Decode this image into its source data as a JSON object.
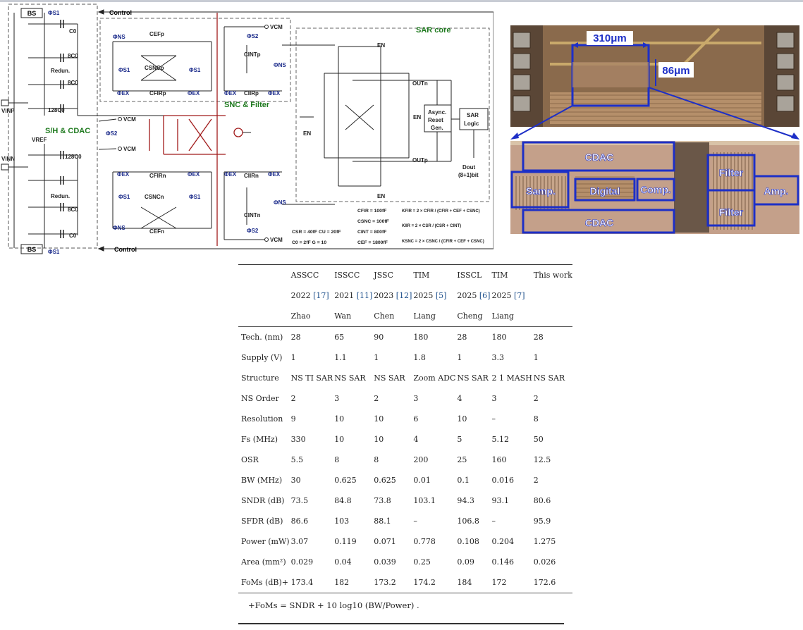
{
  "schematic": {
    "control_top": "Control",
    "control_bottom": "Control",
    "bs_top": "BS",
    "bs_bottom": "BS",
    "phi_s1": "ΦS1",
    "phi_s2": "ΦS2",
    "phi_ns": "ΦNS",
    "phi_ex": "ΦEX",
    "vinp": "VINP",
    "vinn": "VINN",
    "vref": "VREF",
    "vcm": "VCM",
    "c0": "C0",
    "c8": "8C0",
    "redun": "Redun.",
    "c128": "128C0",
    "sh_cdac": "S/H & CDAC",
    "snc_filter": "SNC & Filter",
    "sar_core": "SAR core",
    "en": "EN",
    "outn": "OUTn",
    "outp": "OUTp",
    "async_reset": [
      "Async.",
      "Reset",
      "Gen."
    ],
    "sar_logic": [
      "SAR",
      "Logic"
    ],
    "dout": [
      "Dout",
      "(8+1)bit"
    ],
    "cefp": "CEFp",
    "csncp": "CSNCp",
    "cfirp": "CFIRp",
    "cintp": "CINTp",
    "ciirp": "CIIRp",
    "cfirn": "CFIRn",
    "csncn": "CSNCn",
    "cefn": "CEFn",
    "ciirn": "CIIRn",
    "cintn": "CINTn",
    "params": [
      "CFIR = 100fF",
      "CSNC = 100fF",
      "CINT = 800fF",
      "CEF = 1800fF"
    ],
    "params2": [
      "CSR = 40fF   CU = 20fF",
      "C0 = 2fF   G = 10"
    ],
    "kfir": "KFIR = 2 × CFIR / (CFIR + CEF + CSNC)",
    "kint": "KIIR = 2 × CSR / (CSR + CINT)",
    "ksnc": "KSNC = 2 × CSNC / (CFIR + CEF + CSNC)"
  },
  "die": {
    "dim_w": "310μm",
    "dim_h": "86μm",
    "blocks": {
      "cdac_top": "CDAC",
      "cdac_bottom": "CDAC",
      "samp": "Samp.",
      "digital": "Digital",
      "comp": "Comp.",
      "filter_top": "Filter",
      "filter_bottom": "Filter",
      "amp": "Amp."
    }
  },
  "table": {
    "headers": [
      {
        "venue": "ASSCC",
        "year": "2022",
        "ref": "[17]",
        "author": "Zhao"
      },
      {
        "venue": "ISSCC",
        "year": "2021",
        "ref": "[11]",
        "author": "Wan"
      },
      {
        "venue": "JSSC",
        "year": "2023",
        "ref": "[12]",
        "author": "Chen"
      },
      {
        "venue": "TIM",
        "year": "2025",
        "ref": "[5]",
        "author": "Liang"
      },
      {
        "venue": "ISSCL",
        "year": "2025",
        "ref": "[6]",
        "author": "Cheng"
      },
      {
        "venue": "TIM",
        "year": "2025",
        "ref": "[7]",
        "author": "Liang"
      },
      {
        "venue": "This work",
        "year": "",
        "ref": "",
        "author": ""
      }
    ],
    "rows": [
      {
        "label": "Tech. (nm)",
        "values": [
          "28",
          "65",
          "90",
          "180",
          "28",
          "180",
          "28"
        ]
      },
      {
        "label": "Supply (V)",
        "values": [
          "1",
          "1.1",
          "1",
          "1.8",
          "1",
          "3.3",
          "1"
        ]
      },
      {
        "label": "Structure",
        "values": [
          "NS TI SAR",
          "NS SAR",
          "NS SAR",
          "Zoom ADC",
          "NS SAR",
          "2 1 MASH",
          "NS SAR"
        ]
      },
      {
        "label": "NS Order",
        "values": [
          "2",
          "3",
          "2",
          "3",
          "4",
          "3",
          "2"
        ]
      },
      {
        "label": "Resolution",
        "values": [
          "9",
          "10",
          "10",
          "6",
          "10",
          "–",
          "8"
        ]
      },
      {
        "label": "Fs (MHz)",
        "values": [
          "330",
          "10",
          "10",
          "4",
          "5",
          "5.12",
          "50"
        ]
      },
      {
        "label": "OSR",
        "values": [
          "5.5",
          "8",
          "8",
          "200",
          "25",
          "160",
          "12.5"
        ]
      },
      {
        "label": "BW (MHz)",
        "values": [
          "30",
          "0.625",
          "0.625",
          "0.01",
          "0.1",
          "0.016",
          "2"
        ]
      },
      {
        "label": "SNDR (dB)",
        "values": [
          "73.5",
          "84.8",
          "73.8",
          "103.1",
          "94.3",
          "93.1",
          "80.6"
        ]
      },
      {
        "label": "SFDR (dB)",
        "values": [
          "86.6",
          "103",
          "88.1",
          "–",
          "106.8",
          "–",
          "95.9"
        ]
      },
      {
        "label": "Power (mW)",
        "values": [
          "3.07",
          "0.119",
          "0.071",
          "0.778",
          "0.108",
          "0.204",
          "1.275"
        ]
      },
      {
        "label": "Area (mm²)",
        "values": [
          "0.029",
          "0.04",
          "0.039",
          "0.25",
          "0.09",
          "0.146",
          "0.026"
        ]
      },
      {
        "label": "FoMs (dB)+",
        "values": [
          "173.4",
          "182",
          "173.2",
          "174.2",
          "184",
          "172",
          "172.6"
        ]
      }
    ],
    "footnote": "+FoMs = SNDR + 10 log10 (BW/Power) ."
  }
}
